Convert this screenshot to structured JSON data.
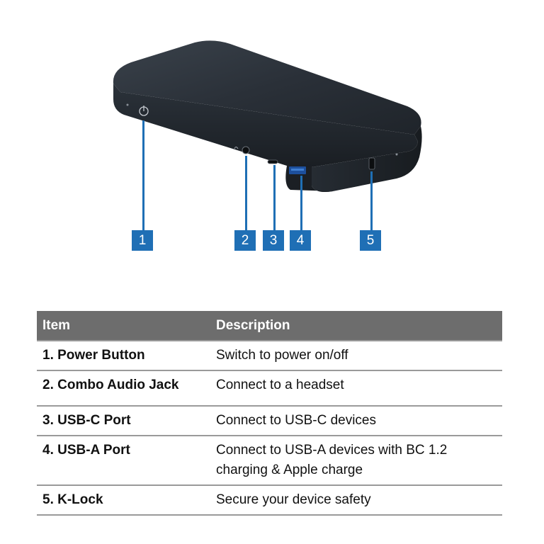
{
  "callouts": [
    "1",
    "2",
    "3",
    "4",
    "5"
  ],
  "table": {
    "headers": {
      "item": "Item",
      "description": "Description"
    },
    "rows": [
      {
        "item": "1. Power Button",
        "description": "Switch to power on/off"
      },
      {
        "item": "2. Combo Audio Jack",
        "description": "Connect to a headset"
      },
      {
        "item": "3. USB-C Port",
        "description": "Connect to USB-C devices"
      },
      {
        "item": "4. USB-A Port",
        "description": "Connect to USB-A devices with BC 1.2 charging & Apple charge"
      },
      {
        "item": "5. K-Lock",
        "description": "Secure your device safety"
      }
    ]
  },
  "colors": {
    "accent": "#1f6fb5",
    "header_bg": "#6d6d6d",
    "device_body": "#2c333b"
  }
}
